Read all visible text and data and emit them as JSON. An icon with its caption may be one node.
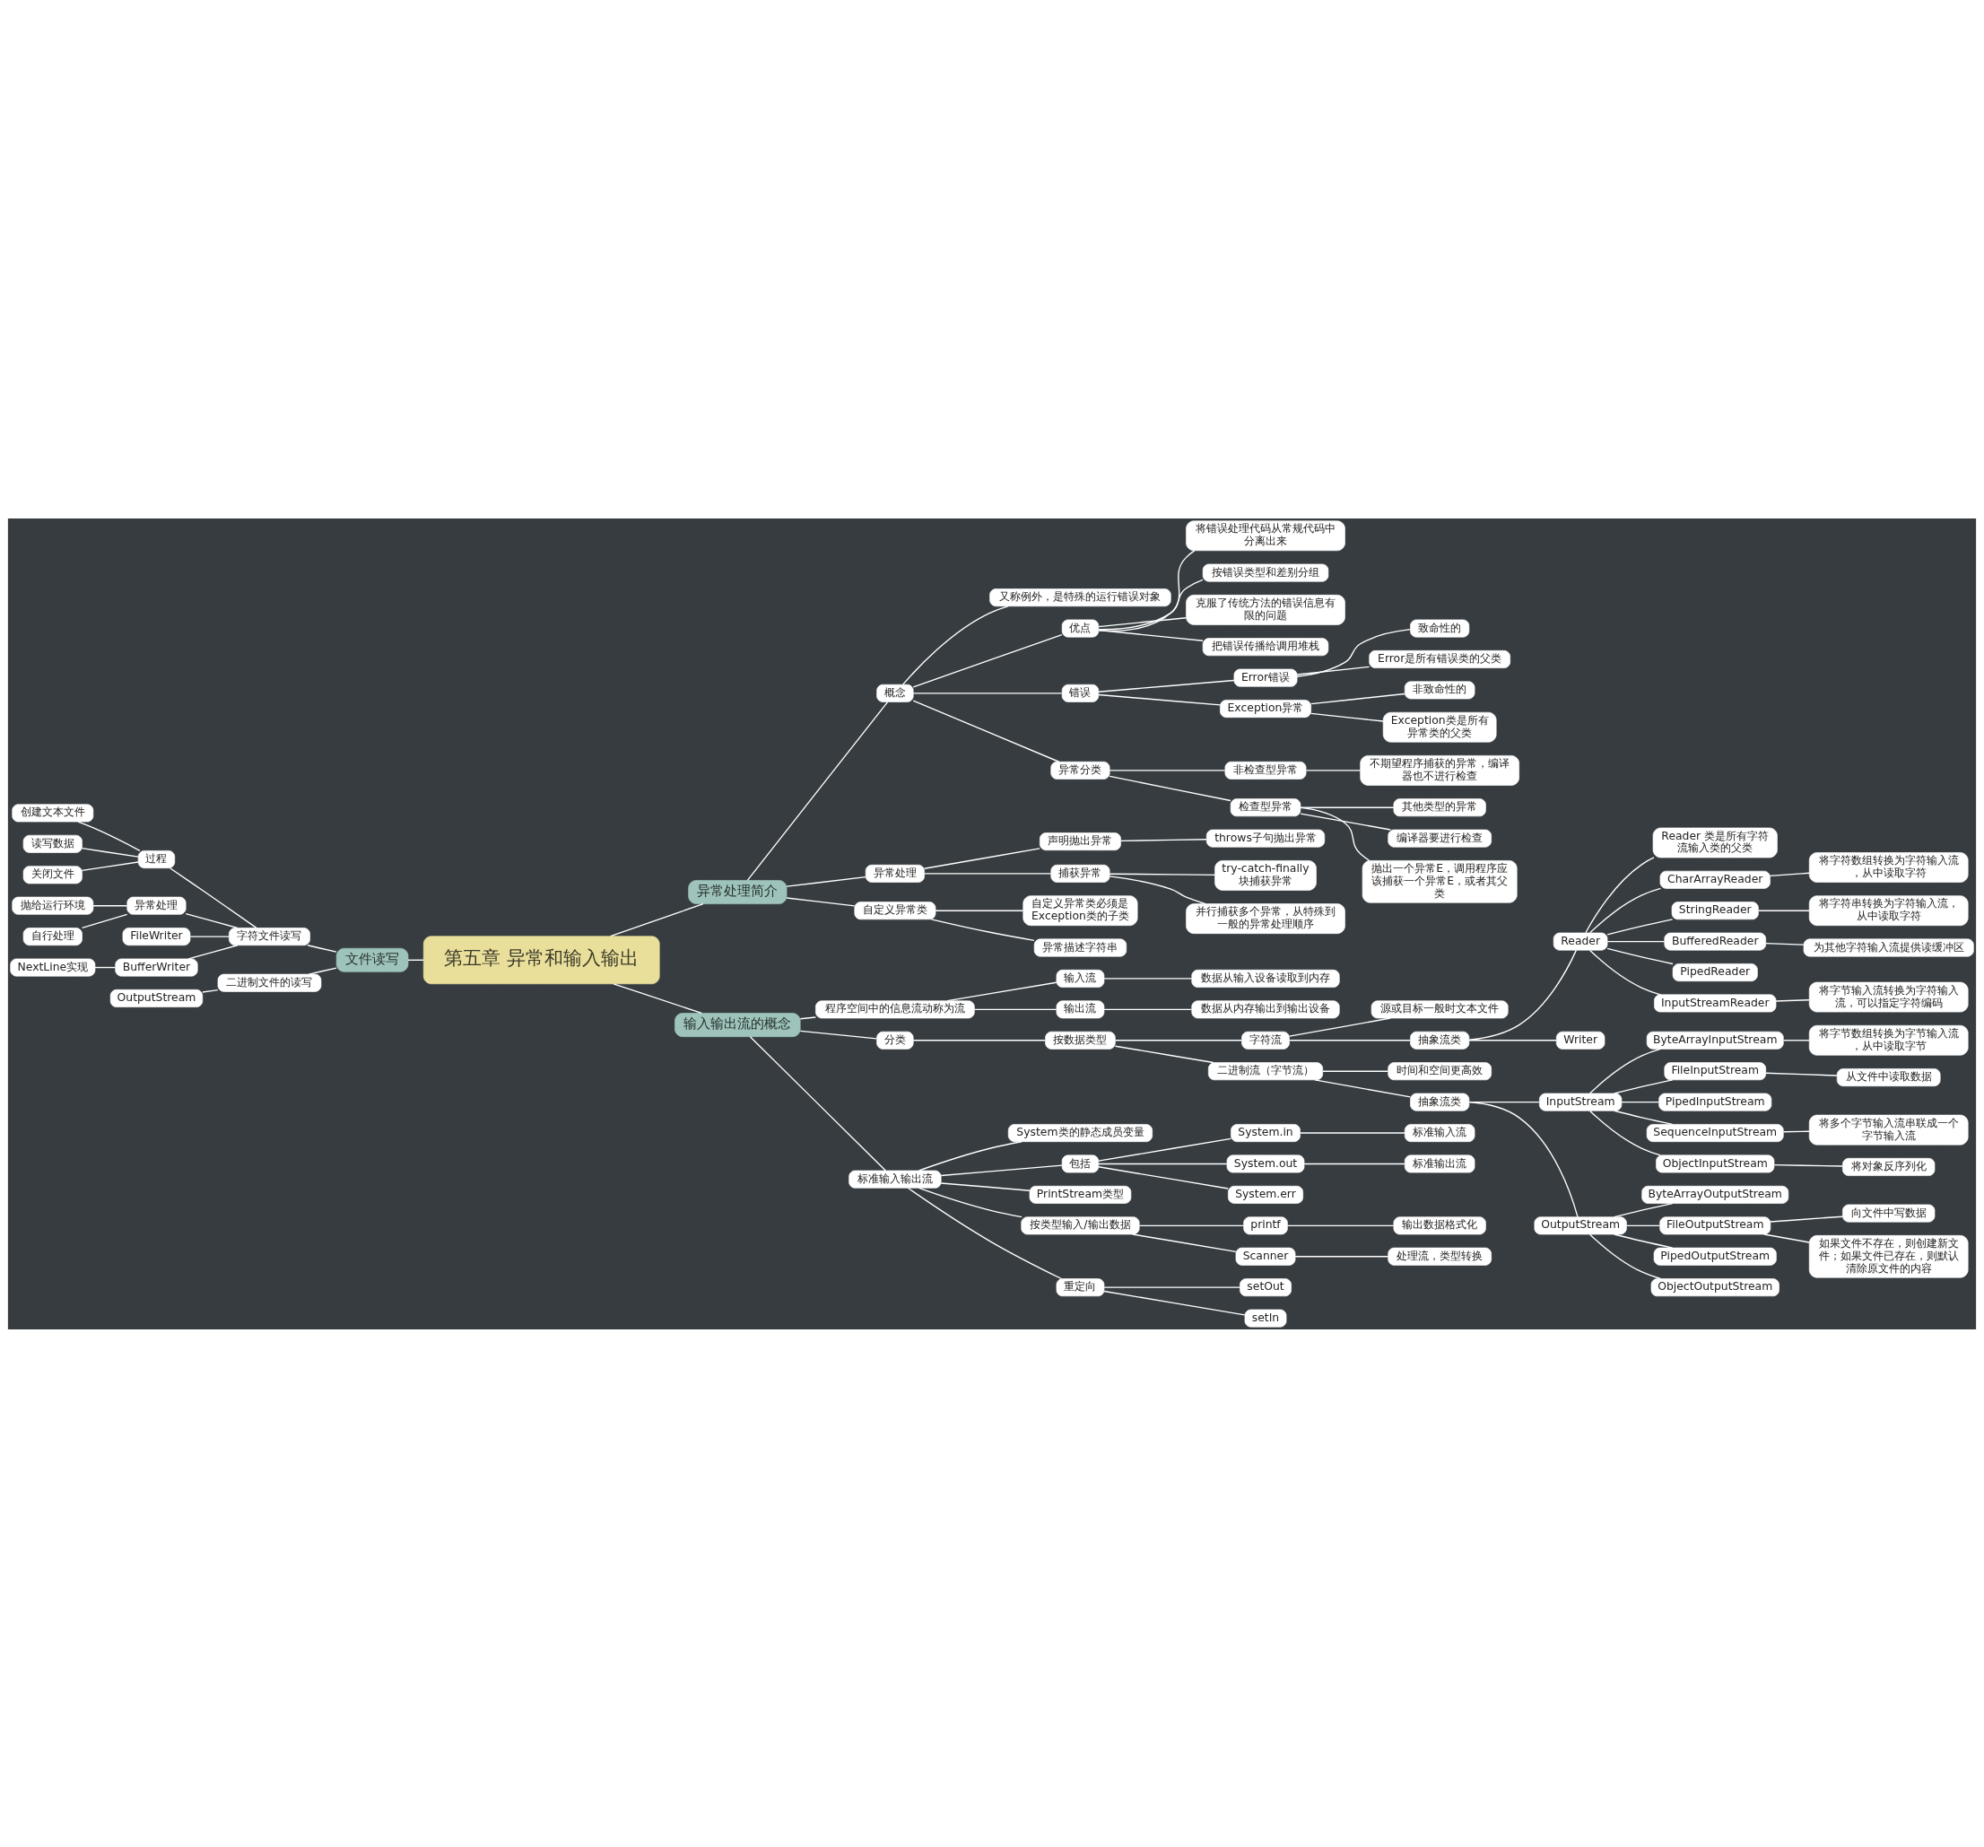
{
  "diagram": {
    "nodes": [
      {
        "text": [
          "第五章 异常和输入输出"
        ]
      },
      {
        "text": [
          "异常处理简介"
        ]
      },
      {
        "text": [
          "概念"
        ]
      },
      {
        "text": [
          "又称例外，是特殊的运行错误对象"
        ]
      },
      {
        "text": [
          "优点"
        ]
      },
      {
        "text": [
          "将错误处理代码从常规代码中分离出来"
        ]
      },
      {
        "text": [
          "按错误类型和差别分组"
        ]
      },
      {
        "text": [
          "克服了传统方法的错误信息有限的问题"
        ]
      },
      {
        "text": [
          "把错误传播给调用堆栈"
        ]
      },
      {
        "text": [
          "错误"
        ]
      },
      {
        "text": [
          "Error错误"
        ]
      },
      {
        "text": [
          "致命性的"
        ]
      },
      {
        "text": [
          "Error是所有错误类的父类"
        ]
      },
      {
        "text": [
          "Exception异常"
        ]
      },
      {
        "text": [
          "非致命性的"
        ]
      },
      {
        "text": [
          "Exception类是所有异常类的父类"
        ]
      },
      {
        "text": [
          "异常分类"
        ]
      },
      {
        "text": [
          "非检查型异常"
        ]
      },
      {
        "text": [
          "不期望程序捕获的异常，编译器也不进行检查"
        ]
      },
      {
        "text": [
          "检查型异常"
        ]
      },
      {
        "text": [
          "其他类型的异常"
        ]
      },
      {
        "text": [
          "编译器要进行检查"
        ]
      },
      {
        "text": [
          "抛出一个异常E，调用程序应该捕获一个异常E，或者其父类"
        ]
      },
      {
        "text": [
          "异常处理"
        ]
      },
      {
        "text": [
          "声明抛出异常"
        ]
      },
      {
        "text": [
          "throws子句抛出异常"
        ]
      },
      {
        "text": [
          "捕获异常"
        ]
      },
      {
        "text": [
          "try-catch-finally块捕获异常"
        ]
      },
      {
        "text": [
          "并行捕获多个异常，从特殊到一般的异常处理顺序"
        ]
      },
      {
        "text": [
          "自定义异常类"
        ]
      },
      {
        "text": [
          "自定义异常类必须是Exception类的子类"
        ]
      },
      {
        "text": [
          "异常描述字符串"
        ]
      },
      {
        "text": [
          "输入输出流的概念"
        ]
      },
      {
        "text": [
          "程序空间中的信息流动称为流"
        ]
      },
      {
        "text": [
          "输入流"
        ]
      },
      {
        "text": [
          "数据从输入设备读取到内存"
        ]
      },
      {
        "text": [
          "输出流"
        ]
      },
      {
        "text": [
          "数据从内存输出到输出设备"
        ]
      },
      {
        "text": [
          "分类"
        ]
      },
      {
        "text": [
          "按数据类型"
        ]
      },
      {
        "text": [
          "字符流"
        ]
      },
      {
        "text": [
          "源或目标一般时文本文件"
        ]
      },
      {
        "text": [
          "抽象流类"
        ]
      },
      {
        "text": [
          "Reader"
        ]
      },
      {
        "text": [
          "Reader 类是所有字符流输入类的父类"
        ]
      },
      {
        "text": [
          "CharArrayReader"
        ]
      },
      {
        "text": [
          "将字符数组转换为字符输入流，从中读取字符"
        ]
      },
      {
        "text": [
          "StringReader"
        ]
      },
      {
        "text": [
          "将字符串转换为字符输入流，从中读取字符"
        ]
      },
      {
        "text": [
          "BufferedReader"
        ]
      },
      {
        "text": [
          "为其他字符输入流提供读缓冲区"
        ]
      },
      {
        "text": [
          "PipedReader"
        ]
      },
      {
        "text": [
          "InputStreamReader"
        ]
      },
      {
        "text": [
          "将字节输入流转换为字符输入流，可以指定字符编码"
        ]
      },
      {
        "text": [
          "Writer"
        ]
      },
      {
        "text": [
          "二进制流（字节流）"
        ]
      },
      {
        "text": [
          "时间和空间更高效"
        ]
      },
      {
        "text": [
          "抽象流类"
        ]
      },
      {
        "text": [
          "InputStream"
        ]
      },
      {
        "text": [
          "ByteArrayInputStream"
        ]
      },
      {
        "text": [
          "将字节数组转换为字节输入流，从中读取字节"
        ]
      },
      {
        "text": [
          "FileInputStream"
        ]
      },
      {
        "text": [
          "从文件中读取数据"
        ]
      },
      {
        "text": [
          "PipedInputStream"
        ]
      },
      {
        "text": [
          "SequenceInputStream"
        ]
      },
      {
        "text": [
          "将多个字节输入流串联成一个字节输入流"
        ]
      },
      {
        "text": [
          "ObjectInputStream"
        ]
      },
      {
        "text": [
          "将对象反序列化"
        ]
      },
      {
        "text": [
          "OutputStream"
        ]
      },
      {
        "text": [
          "ByteArrayOutputStream"
        ]
      },
      {
        "text": [
          "FileOutputStream"
        ]
      },
      {
        "text": [
          "向文件中写数据"
        ]
      },
      {
        "text": [
          "如果文件不存在，则创建新文件；如果文件已存在，则默认清除原文件的内容"
        ]
      },
      {
        "text": [
          "PipedOutputStream"
        ]
      },
      {
        "text": [
          "ObjectOutputStream"
        ]
      },
      {
        "text": [
          "标准输入输出流"
        ]
      },
      {
        "text": [
          "System类的静态成员变量"
        ]
      },
      {
        "text": [
          "包括"
        ]
      },
      {
        "text": [
          "System.in"
        ]
      },
      {
        "text": [
          "标准输入流"
        ]
      },
      {
        "text": [
          "System.out"
        ]
      },
      {
        "text": [
          "标准输出流"
        ]
      },
      {
        "text": [
          "System.err"
        ]
      },
      {
        "text": [
          "PrintStream类型"
        ]
      },
      {
        "text": [
          "按类型输入/输出数据"
        ]
      },
      {
        "text": [
          "printf"
        ]
      },
      {
        "text": [
          "输出数据格式化"
        ]
      },
      {
        "text": [
          "Scanner"
        ]
      },
      {
        "text": [
          "处理流，类型转换"
        ]
      },
      {
        "text": [
          "重定向"
        ]
      },
      {
        "text": [
          "setOut"
        ]
      },
      {
        "text": [
          "setIn"
        ]
      },
      {
        "text": [
          "文件读写"
        ]
      },
      {
        "text": [
          "字符文件读写"
        ]
      },
      {
        "text": [
          "过程"
        ]
      },
      {
        "text": [
          "创建文本文件"
        ]
      },
      {
        "text": [
          "读写数据"
        ]
      },
      {
        "text": [
          "关闭文件"
        ]
      },
      {
        "text": [
          "异常处理"
        ]
      },
      {
        "text": [
          "抛给运行环境"
        ]
      },
      {
        "text": [
          "自行处理"
        ]
      },
      {
        "text": [
          "FileWriter"
        ]
      },
      {
        "text": [
          "BufferWriter"
        ]
      },
      {
        "text": [
          "NextLine实现"
        ]
      },
      {
        "text": [
          "二进制文件的读写"
        ]
      },
      {
        "text": [
          "OutputStream"
        ]
      }
    ],
    "edges": [
      {
        "from": 0,
        "to": 1,
        "arrow": "none"
      },
      {
        "from": 1,
        "to": 2,
        "arrow": "none"
      },
      {
        "from": 2,
        "to": 3,
        "arrow": "none"
      },
      {
        "from": 2,
        "to": 4,
        "arrow": "none"
      },
      {
        "from": 4,
        "to": 5,
        "arrow": "none"
      },
      {
        "from": 4,
        "to": 6,
        "arrow": "none"
      },
      {
        "from": 4,
        "to": 7,
        "arrow": "none"
      },
      {
        "from": 4,
        "to": 8,
        "arrow": "none"
      },
      {
        "from": 2,
        "to": 9,
        "arrow": "none"
      },
      {
        "from": 9,
        "to": 10,
        "arrow": "none"
      },
      {
        "from": 10,
        "to": 11,
        "arrow": "none"
      },
      {
        "from": 10,
        "to": 12,
        "arrow": "none"
      },
      {
        "from": 9,
        "to": 13,
        "arrow": "none"
      },
      {
        "from": 13,
        "to": 14,
        "arrow": "none"
      },
      {
        "from": 13,
        "to": 15,
        "arrow": "none"
      },
      {
        "from": 2,
        "to": 16,
        "arrow": "none"
      },
      {
        "from": 16,
        "to": 17,
        "arrow": "none"
      },
      {
        "from": 17,
        "to": 18,
        "arrow": "none"
      },
      {
        "from": 16,
        "to": 19,
        "arrow": "none"
      },
      {
        "from": 19,
        "to": 20,
        "arrow": "none"
      },
      {
        "from": 19,
        "to": 21,
        "arrow": "none"
      },
      {
        "from": 19,
        "to": 22,
        "arrow": "none"
      },
      {
        "from": 1,
        "to": 23,
        "arrow": "none"
      },
      {
        "from": 23,
        "to": 24,
        "arrow": "none"
      },
      {
        "from": 24,
        "to": 25,
        "arrow": "none"
      },
      {
        "from": 23,
        "to": 26,
        "arrow": "none"
      },
      {
        "from": 26,
        "to": 27,
        "arrow": "none"
      },
      {
        "from": 26,
        "to": 28,
        "arrow": "none"
      },
      {
        "from": 1,
        "to": 29,
        "arrow": "none"
      },
      {
        "from": 29,
        "to": 30,
        "arrow": "none"
      },
      {
        "from": 29,
        "to": 31,
        "arrow": "none"
      },
      {
        "from": 0,
        "to": 32,
        "arrow": "none"
      },
      {
        "from": 32,
        "to": 33,
        "arrow": "none"
      },
      {
        "from": 33,
        "to": 34,
        "arrow": "none"
      },
      {
        "from": 34,
        "to": 35,
        "arrow": "none"
      },
      {
        "from": 33,
        "to": 36,
        "arrow": "none"
      },
      {
        "from": 36,
        "to": 37,
        "arrow": "none"
      },
      {
        "from": 32,
        "to": 38,
        "arrow": "none"
      },
      {
        "from": 38,
        "to": 39,
        "arrow": "none"
      },
      {
        "from": 39,
        "to": 40,
        "arrow": "none"
      },
      {
        "from": 40,
        "to": 41,
        "arrow": "none"
      },
      {
        "from": 40,
        "to": 42,
        "arrow": "none"
      },
      {
        "from": 42,
        "to": 43,
        "arrow": "none"
      },
      {
        "from": 43,
        "to": 44,
        "arrow": "none"
      },
      {
        "from": 43,
        "to": 45,
        "arrow": "none"
      },
      {
        "from": 45,
        "to": 46,
        "arrow": "none"
      },
      {
        "from": 43,
        "to": 47,
        "arrow": "none"
      },
      {
        "from": 47,
        "to": 48,
        "arrow": "none"
      },
      {
        "from": 43,
        "to": 49,
        "arrow": "none"
      },
      {
        "from": 49,
        "to": 50,
        "arrow": "none"
      },
      {
        "from": 43,
        "to": 51,
        "arrow": "none"
      },
      {
        "from": 43,
        "to": 52,
        "arrow": "none"
      },
      {
        "from": 52,
        "to": 53,
        "arrow": "none"
      },
      {
        "from": 42,
        "to": 54,
        "arrow": "none"
      },
      {
        "from": 39,
        "to": 55,
        "arrow": "none"
      },
      {
        "from": 55,
        "to": 56,
        "arrow": "none"
      },
      {
        "from": 55,
        "to": 57,
        "arrow": "none"
      },
      {
        "from": 57,
        "to": 58,
        "arrow": "none"
      },
      {
        "from": 58,
        "to": 59,
        "arrow": "none"
      },
      {
        "from": 59,
        "to": 60,
        "arrow": "none"
      },
      {
        "from": 58,
        "to": 61,
        "arrow": "none"
      },
      {
        "from": 61,
        "to": 62,
        "arrow": "none"
      },
      {
        "from": 58,
        "to": 63,
        "arrow": "none"
      },
      {
        "from": 58,
        "to": 64,
        "arrow": "none"
      },
      {
        "from": 64,
        "to": 65,
        "arrow": "none"
      },
      {
        "from": 58,
        "to": 66,
        "arrow": "none"
      },
      {
        "from": 66,
        "to": 67,
        "arrow": "none"
      },
      {
        "from": 57,
        "to": 68,
        "arrow": "none"
      },
      {
        "from": 68,
        "to": 69,
        "arrow": "none"
      },
      {
        "from": 68,
        "to": 70,
        "arrow": "none"
      },
      {
        "from": 70,
        "to": 71,
        "arrow": "none"
      },
      {
        "from": 70,
        "to": 72,
        "arrow": "none"
      },
      {
        "from": 68,
        "to": 73,
        "arrow": "none"
      },
      {
        "from": 68,
        "to": 74,
        "arrow": "none"
      },
      {
        "from": 32,
        "to": 75,
        "arrow": "none"
      },
      {
        "from": 75,
        "to": 76,
        "arrow": "none"
      },
      {
        "from": 75,
        "to": 77,
        "arrow": "none"
      },
      {
        "from": 77,
        "to": 78,
        "arrow": "none"
      },
      {
        "from": 78,
        "to": 79,
        "arrow": "none"
      },
      {
        "from": 77,
        "to": 80,
        "arrow": "none"
      },
      {
        "from": 80,
        "to": 81,
        "arrow": "none"
      },
      {
        "from": 77,
        "to": 82,
        "arrow": "none"
      },
      {
        "from": 75,
        "to": 83,
        "arrow": "none"
      },
      {
        "from": 75,
        "to": 84,
        "arrow": "none"
      },
      {
        "from": 84,
        "to": 85,
        "arrow": "none"
      },
      {
        "from": 85,
        "to": 86,
        "arrow": "none"
      },
      {
        "from": 84,
        "to": 87,
        "arrow": "none"
      },
      {
        "from": 87,
        "to": 88,
        "arrow": "none"
      },
      {
        "from": 75,
        "to": 89,
        "arrow": "none"
      },
      {
        "from": 89,
        "to": 90,
        "arrow": "none"
      },
      {
        "from": 89,
        "to": 91,
        "arrow": "none"
      },
      {
        "from": 0,
        "to": 92,
        "arrow": "none"
      },
      {
        "from": 92,
        "to": 93,
        "arrow": "none"
      },
      {
        "from": 93,
        "to": 94,
        "arrow": "none"
      },
      {
        "from": 94,
        "to": 95,
        "arrow": "none"
      },
      {
        "from": 94,
        "to": 96,
        "arrow": "none"
      },
      {
        "from": 94,
        "to": 97,
        "arrow": "none"
      },
      {
        "from": 93,
        "to": 98,
        "arrow": "none"
      },
      {
        "from": 98,
        "to": 99,
        "arrow": "none"
      },
      {
        "from": 98,
        "to": 100,
        "arrow": "none"
      },
      {
        "from": 93,
        "to": 101,
        "arrow": "none"
      },
      {
        "from": 93,
        "to": 102,
        "arrow": "none"
      },
      {
        "from": 102,
        "to": 103,
        "arrow": "none"
      },
      {
        "from": 92,
        "to": 104,
        "arrow": "none"
      },
      {
        "from": 104,
        "to": 105,
        "arrow": "none"
      }
    ]
  }
}
